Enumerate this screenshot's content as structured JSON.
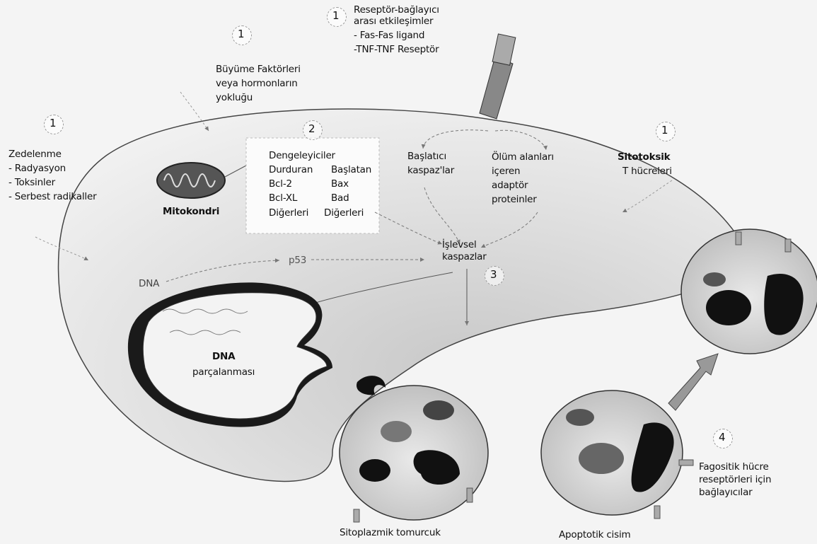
{
  "steps": {
    "s1": "1",
    "s2": "2",
    "s3": "3",
    "s4": "4"
  },
  "receptor": {
    "title_line1": "Reseptör-bağlayıcı",
    "title_line2": "arası etkileşimler",
    "item1": "- Fas-Fas ligand",
    "item2": "-TNF-TNF Reseptör"
  },
  "growth": {
    "line1": "Büyüme Faktörleri",
    "line2": "veya hormonların",
    "line3": "yokluğu"
  },
  "damage": {
    "title": "Zedelenme",
    "item1": "- Radyasyon",
    "item2": "- Toksinler",
    "item3": "- Serbest radikaller"
  },
  "mitochondria": "Mitokondri",
  "regulators": {
    "title": "Dengeleyiciler",
    "left": [
      "Durduran",
      "Bcl-2",
      "Bcl-XL",
      "Diğerleri"
    ],
    "right": [
      "Başlatan",
      "Bax",
      "Bad",
      "Diğerleri"
    ]
  },
  "initiator": {
    "line1": "Başlatıcı",
    "line2": "kaspaz'lar"
  },
  "adaptor": {
    "line1": "Ölüm alanları",
    "line2": "içeren",
    "line3": "adaptör",
    "line4": "proteinler"
  },
  "tcells": {
    "line1": "Sitotoksik",
    "line2": "T hücreleri"
  },
  "executioner": {
    "line1": "İşlevsel",
    "line2": "kaspazlar"
  },
  "p53": "p53",
  "dna": "DNA",
  "fragment": {
    "line1": "DNA",
    "line2": "parçalanması"
  },
  "bud": "Sitoplazmik tomurcuk",
  "apoptotic_body": "Apoptotik cisim",
  "phagocyte": {
    "line1": "Fagositik hücre",
    "line2": "reseptörleri için",
    "line3": "bağlayıcılar"
  }
}
